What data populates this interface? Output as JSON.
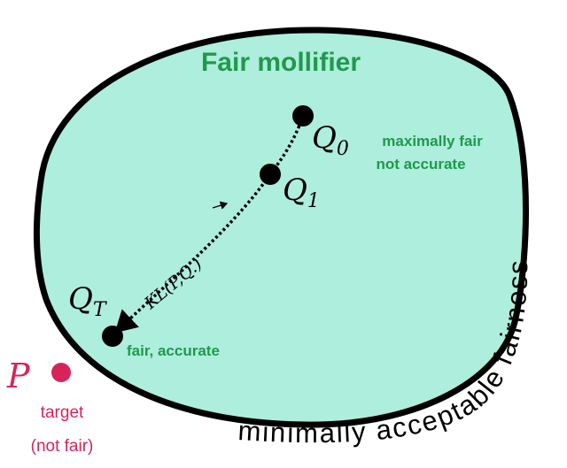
{
  "colors": {
    "region_fill": "#aeeedd",
    "region_stroke": "#000000",
    "accent_green": "#1f9a4b",
    "target_pink": "#d6245a"
  },
  "title": "Fair mollifier",
  "points": {
    "q0": {
      "symbol": "Q",
      "subscript": "0",
      "note_line1": "maximally fair",
      "note_line2": "not accurate"
    },
    "q1": {
      "symbol": "Q",
      "subscript": "1"
    },
    "qt": {
      "symbol": "Q",
      "subscript": "T",
      "note": "fair, accurate"
    }
  },
  "path_label": "KL(P,Q.)",
  "target": {
    "symbol": "P",
    "line1": "target",
    "line2": "(not fair)"
  },
  "boundary_label": "minimally acceptable fairness"
}
